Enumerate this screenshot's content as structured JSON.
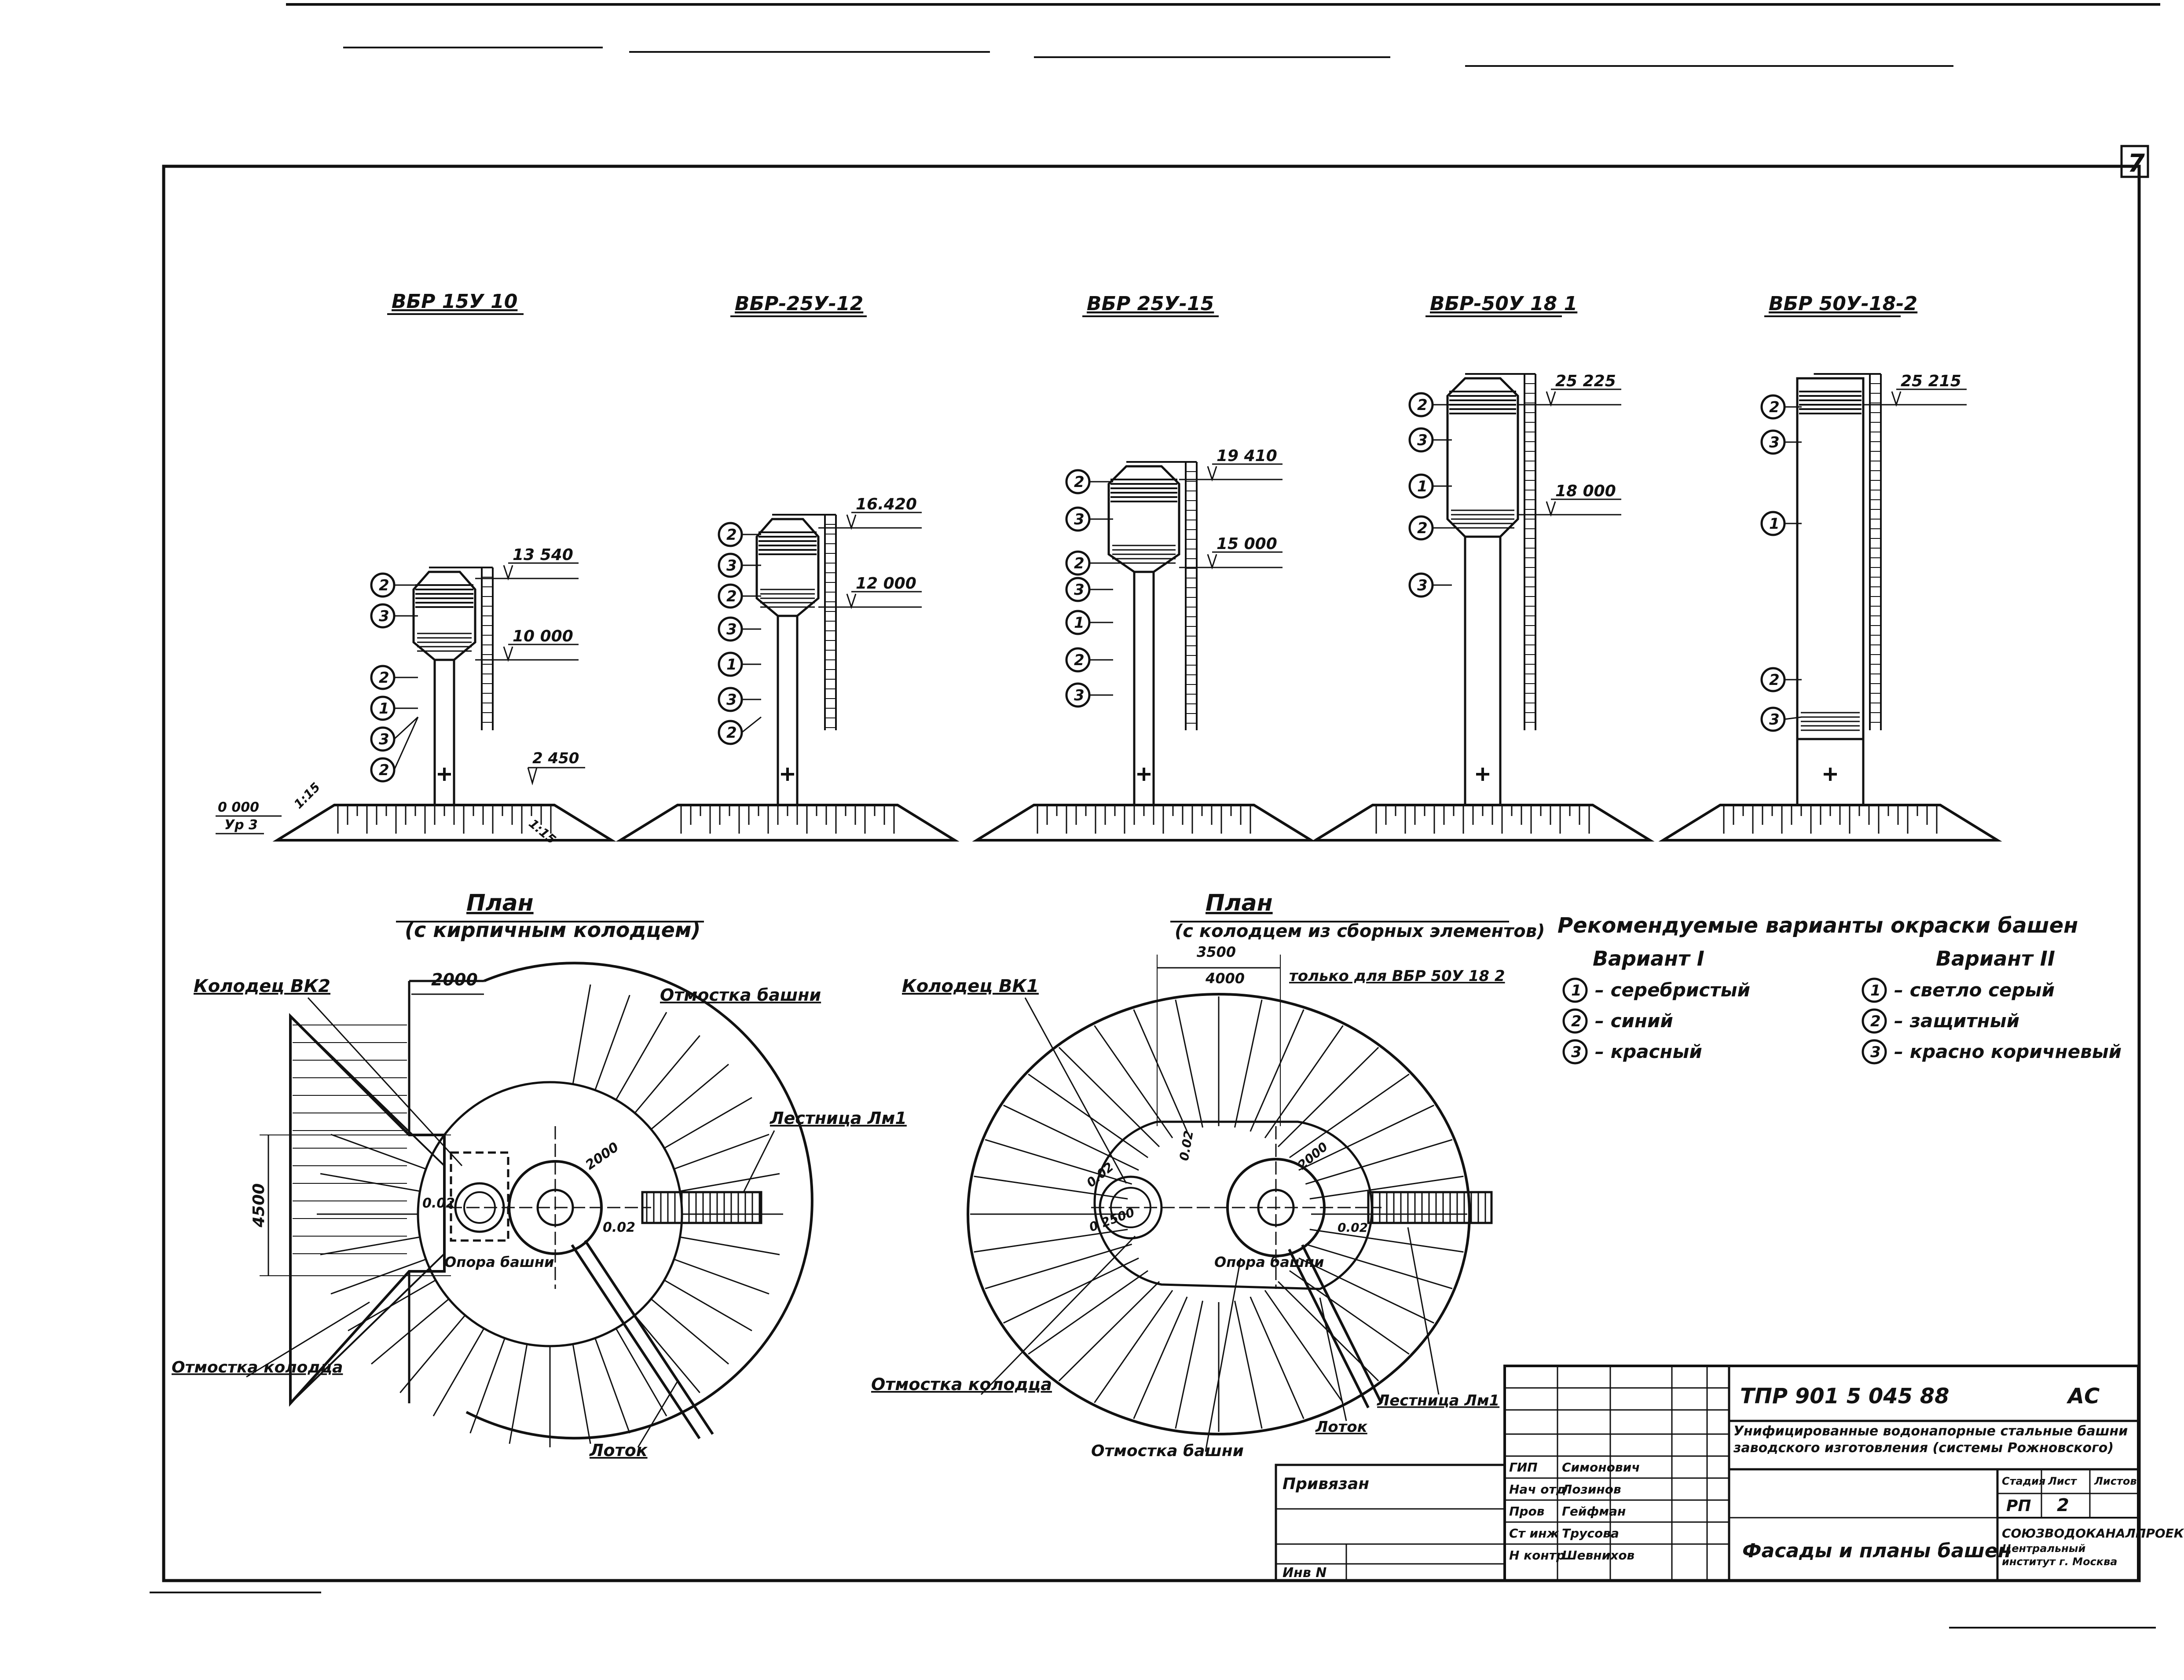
{
  "sheet_number": "7",
  "towers": [
    {
      "title": "ВБР 15У 10",
      "top_mark": "13 540",
      "mid_mark": "10 000",
      "numbers": [
        "2",
        "3",
        "2",
        "1",
        "3",
        "2"
      ],
      "extra_marks": [
        "2 450",
        "0 000",
        "Ур 3",
        "1:15",
        "1:15"
      ]
    },
    {
      "title": "ВБР-25У-12",
      "top_mark": "16.420",
      "mid_mark": "12 000",
      "numbers": [
        "2",
        "3",
        "2",
        "3",
        "1",
        "3",
        "2"
      ],
      "extra_marks": []
    },
    {
      "title": "ВБР 25У-15",
      "top_mark": "19 410",
      "mid_mark": "15 000",
      "numbers": [
        "2",
        "3",
        "2",
        "3",
        "1",
        "2",
        "3"
      ],
      "extra_marks": []
    },
    {
      "title": "ВБР-50У 18 1",
      "top_mark": "25 225",
      "mid_mark": "18 000",
      "numbers": [
        "2",
        "3",
        "1",
        "2",
        "3"
      ],
      "extra_marks": []
    },
    {
      "title": "ВБР 50У-18-2",
      "top_mark": "25 215",
      "mid_mark": "",
      "numbers": [
        "2",
        "3",
        "1",
        "2",
        "3"
      ],
      "extra_marks": []
    }
  ],
  "plan_left": {
    "title": "План",
    "subtitle": "(с кирпичным колодцем)",
    "labels": {
      "well": "Колодец ВК2",
      "dim_top": "2000",
      "blind_area_tower": "Отмостка башни",
      "ladder": "Лестница Лм1",
      "dim_side": "4500",
      "d_well": "0.02",
      "d_small": "2000",
      "d_tower": "0.02",
      "support": "Опора башни",
      "blind_area_well": "Отмостка колодца",
      "tray": "Лоток"
    }
  },
  "plan_right": {
    "title": "План",
    "subtitle": "(с колодцем из сборных элементов)",
    "labels": {
      "well": "Колодец ВК1",
      "dim_a": "3500",
      "dim_b": "4000",
      "note": "только для ВБР 50У 18 2",
      "d_well": "0.02",
      "d_well2": "0 2500",
      "d_tower": "0.02",
      "d_small": "2000",
      "support": "Опора башни",
      "d_ladder": "0.02",
      "blind_area_well": "Отмостка колодца",
      "blind_area_tower": "Отмостка башни",
      "tray": "Лоток",
      "ladder": "Лестница Лм1"
    }
  },
  "legend": {
    "title": "Рекомендуемые варианты окраски башен",
    "variant1": {
      "title": "Вариант I",
      "items": [
        {
          "n": "1",
          "t": "серебристый"
        },
        {
          "n": "2",
          "t": "синий"
        },
        {
          "n": "3",
          "t": "красный"
        }
      ]
    },
    "variant2": {
      "title": "Вариант II",
      "items": [
        {
          "n": "1",
          "t": "светло серый"
        },
        {
          "n": "2",
          "t": "защитный"
        },
        {
          "n": "3",
          "t": "красно коричневый"
        }
      ]
    }
  },
  "stamp": {
    "code": "ТПР 901 5 045 88",
    "mark": "АС",
    "description": "Унифицированные водонапорные стальные башни заводского изготовления (системы Рожновского)",
    "stage_label": "Стадия",
    "sheet_label": "Лист",
    "sheets_label": "Листов",
    "stage": "РП",
    "sheet": "2",
    "sheet_title": "Фасады и планы башен",
    "org": "СОЮЗВОДОКАНАЛПРОЕКТ",
    "org_sub": "Центральный институт г. Москва",
    "bound": "Привязан",
    "inv": "Инв N",
    "roles": [
      {
        "role": "ГИП",
        "name": "Симонович"
      },
      {
        "role": "Нач отд",
        "name": "Лозинов"
      },
      {
        "role": "Пров",
        "name": "Гейфман"
      },
      {
        "role": "Ст инж",
        "name": "Трусова"
      },
      {
        "role": "Н контр",
        "name": "Шевнихов"
      }
    ]
  }
}
